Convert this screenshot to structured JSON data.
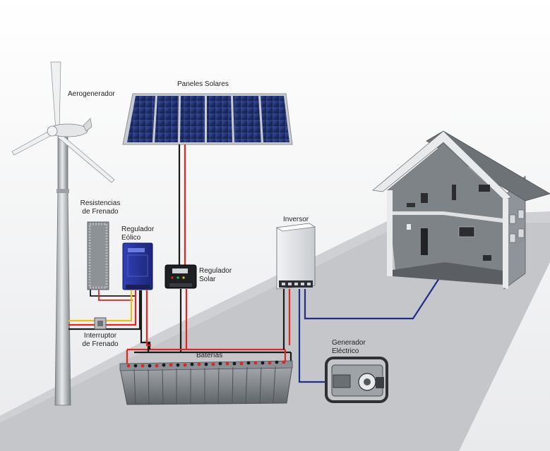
{
  "labels": {
    "wind_turbine": "Aerogenerador",
    "solar_panels": "Paneles Solares",
    "brake_resistors_line1": "Resistencias",
    "brake_resistors_line2": "de Frenado",
    "wind_regulator_line1": "Regulador",
    "wind_regulator_line2": "Eólico",
    "solar_regulator_line1": "Regulador",
    "solar_regulator_line2": "Solar",
    "inverter": "Inversor",
    "brake_switch_line1": "Interruptor",
    "brake_switch_line2": "de Frenado",
    "batteries": "Baterías",
    "generator_line1": "Generador",
    "generator_line2": "Eléctrico"
  },
  "colors": {
    "wire_red": "#e0261f",
    "wire_black": "#1a1a1a",
    "wire_yellow": "#e8c21a",
    "wire_blue": "#1f2f8a",
    "panel_blue": "#1c2d6b",
    "regulator_blue": "#2a3aa8",
    "floor_grey": "#c9cacd"
  }
}
